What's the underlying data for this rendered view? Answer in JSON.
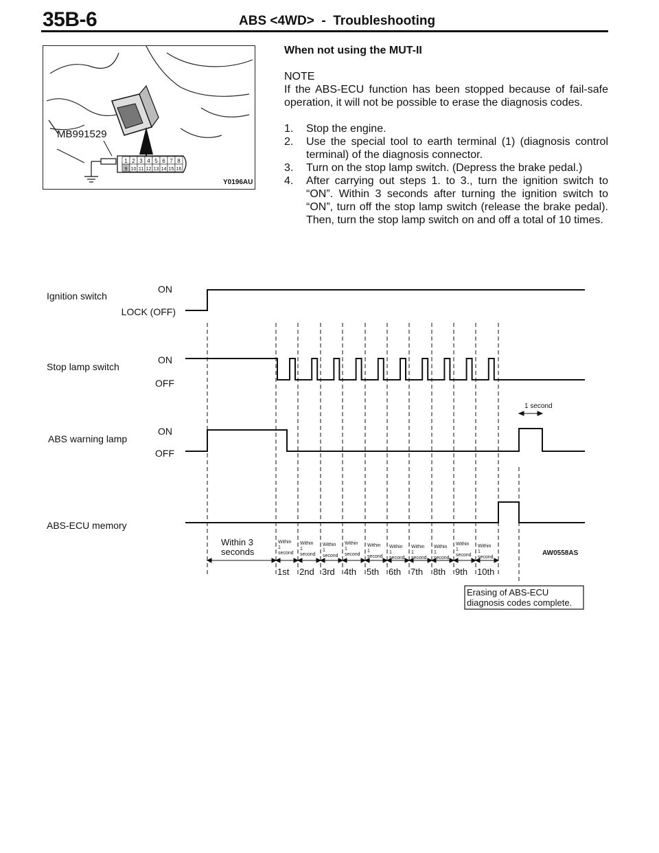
{
  "header": {
    "page_number": "35B-6",
    "title": "ABS <4WD>  -  Troubleshooting"
  },
  "figure": {
    "tool_label": "MB991529",
    "code": "Y0196AU",
    "connector_top": [
      "1",
      "2",
      "3",
      "4",
      "5",
      "6",
      "7",
      "8"
    ],
    "connector_bottom": [
      "9",
      "10",
      "11",
      "12",
      "13",
      "14",
      "15",
      "16"
    ]
  },
  "instructions": {
    "heading": "When not using the MUT-II",
    "note_title": "NOTE",
    "note_text": "If the ABS-ECU function has been stopped because of fail-safe operation, it will not be possible to erase the diagnosis codes.",
    "steps": [
      {
        "num": "1.",
        "text": "Stop the engine."
      },
      {
        "num": "2.",
        "text": "Use the special tool to earth terminal (1) (diagnosis control terminal) of the diagnosis connector."
      },
      {
        "num": "3.",
        "text": "Turn on the stop lamp switch. (Depress the brake pedal.)"
      },
      {
        "num": "4.",
        "text": "After carrying out steps 1. to 3., turn the ignition switch to “ON”. Within 3 seconds after turning the ignition switch to “ON”, turn off the stop lamp switch (release the brake pedal). Then, turn the stop lamp switch on and off a total of 10 times."
      }
    ]
  },
  "timing": {
    "signals": {
      "ignition": {
        "name": "Ignition switch",
        "on": "ON",
        "off": "LOCK (OFF)"
      },
      "stop_lamp": {
        "name": "Stop lamp switch",
        "on": "ON",
        "off": "OFF"
      },
      "warning_lamp": {
        "name": "ABS warning lamp",
        "on": "ON",
        "off": "OFF"
      },
      "memory": {
        "name": "ABS-ECU memory"
      }
    },
    "one_second": "1 second",
    "within_3_line1": "Within  3",
    "within_3_line2": "seconds",
    "within_1": {
      "line1": "Within",
      "line2": "1",
      "line3": "second"
    },
    "ordinals": [
      "1st",
      "2nd",
      "3rd",
      "4th",
      "5th",
      "6th",
      "7th",
      "8th",
      "9th",
      "10th"
    ],
    "code": "AW0558AS",
    "erase_line1": "Erasing of ABS-ECU",
    "erase_line2": "diagnosis codes complete."
  }
}
